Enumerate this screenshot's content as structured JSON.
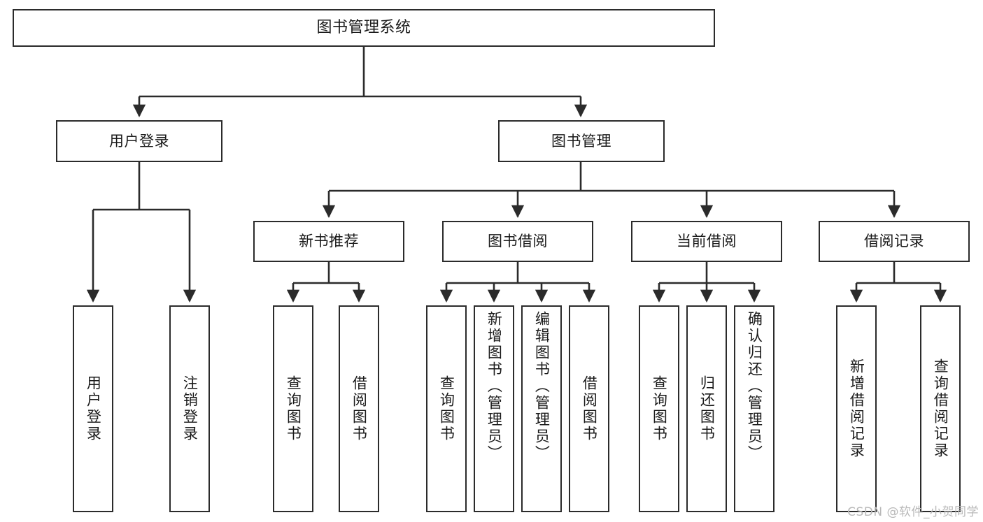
{
  "diagram": {
    "title": "图书管理系统",
    "type": "hierarchy-tree",
    "watermark": "CSDN @软件_小贺同学",
    "colors": {
      "background": "#ffffff",
      "stroke": "#2b2b2b",
      "text": "#1a1a1a",
      "watermark": "#b9b9b9"
    },
    "levels": {
      "root": "图书管理系统",
      "level1": [
        "用户登录",
        "图书管理"
      ],
      "level2": [
        "新书推荐",
        "图书借阅",
        "当前借阅",
        "借阅记录"
      ]
    },
    "nodes": {
      "root": {
        "label": "图书管理系统"
      },
      "user_login": {
        "label": "用户登录"
      },
      "book_manage": {
        "label": "图书管理"
      },
      "new_book_rec": {
        "label": "新书推荐"
      },
      "book_borrow": {
        "label": "图书借阅"
      },
      "current_borrow": {
        "label": "当前借阅"
      },
      "borrow_record": {
        "label": "借阅记录"
      },
      "leaf_user_login": {
        "label": "用户登录"
      },
      "leaf_logout": {
        "label": "注销登录"
      },
      "leaf_query_book_1": {
        "label": "查询图书"
      },
      "leaf_borrow_book_1": {
        "label": "借阅图书"
      },
      "leaf_query_book_2": {
        "label": "查询图书"
      },
      "leaf_add_book": {
        "label": "新增图书（管理员）"
      },
      "leaf_edit_book": {
        "label": "编辑图书（管理员）"
      },
      "leaf_borrow_book_2": {
        "label": "借阅图书"
      },
      "leaf_query_book_3": {
        "label": "查询图书"
      },
      "leaf_return_book": {
        "label": "归还图书"
      },
      "leaf_confirm_return": {
        "label": "确认归还（管理员）"
      },
      "leaf_add_record": {
        "label": "新增借阅记录"
      },
      "leaf_query_record": {
        "label": "查询借阅记录"
      }
    }
  }
}
